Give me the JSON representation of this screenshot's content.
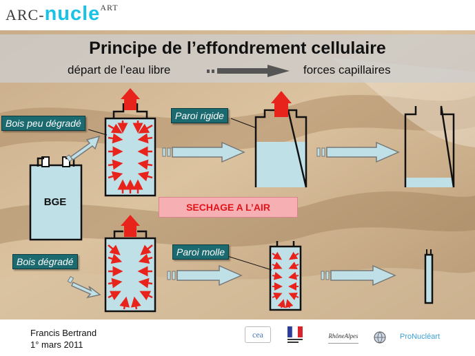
{
  "header": {
    "logo_prefix": "ARC-",
    "logo_main": "nucle",
    "logo_suffix": "ART"
  },
  "slide": {
    "title": "Principe de l’effondrement cellulaire",
    "subtitle_left": "départ de l’eau libre",
    "subtitle_right": "forces capillaires"
  },
  "labels": {
    "bois_peu_degrade": "Bois peu dégradé",
    "bois_degrade": "Bois dégradé",
    "paroi_rigide": "Paroi rigide",
    "paroi_molle": "Paroi molle",
    "sechage": "SECHAGE A L’AIR",
    "bge": "BGE"
  },
  "footer": {
    "author": "Francis Bertrand",
    "date": "1° mars 2011",
    "logo_cea": "cea",
    "logo_rhone_alpes": "RhôneAlpes",
    "logo_pronucleart": "ProNucléart"
  },
  "colors": {
    "water": "#bfe0e6",
    "arrow_red": "#e8231c",
    "label_teal": "#1b6a70",
    "logo_cyan": "#19c2e6"
  }
}
